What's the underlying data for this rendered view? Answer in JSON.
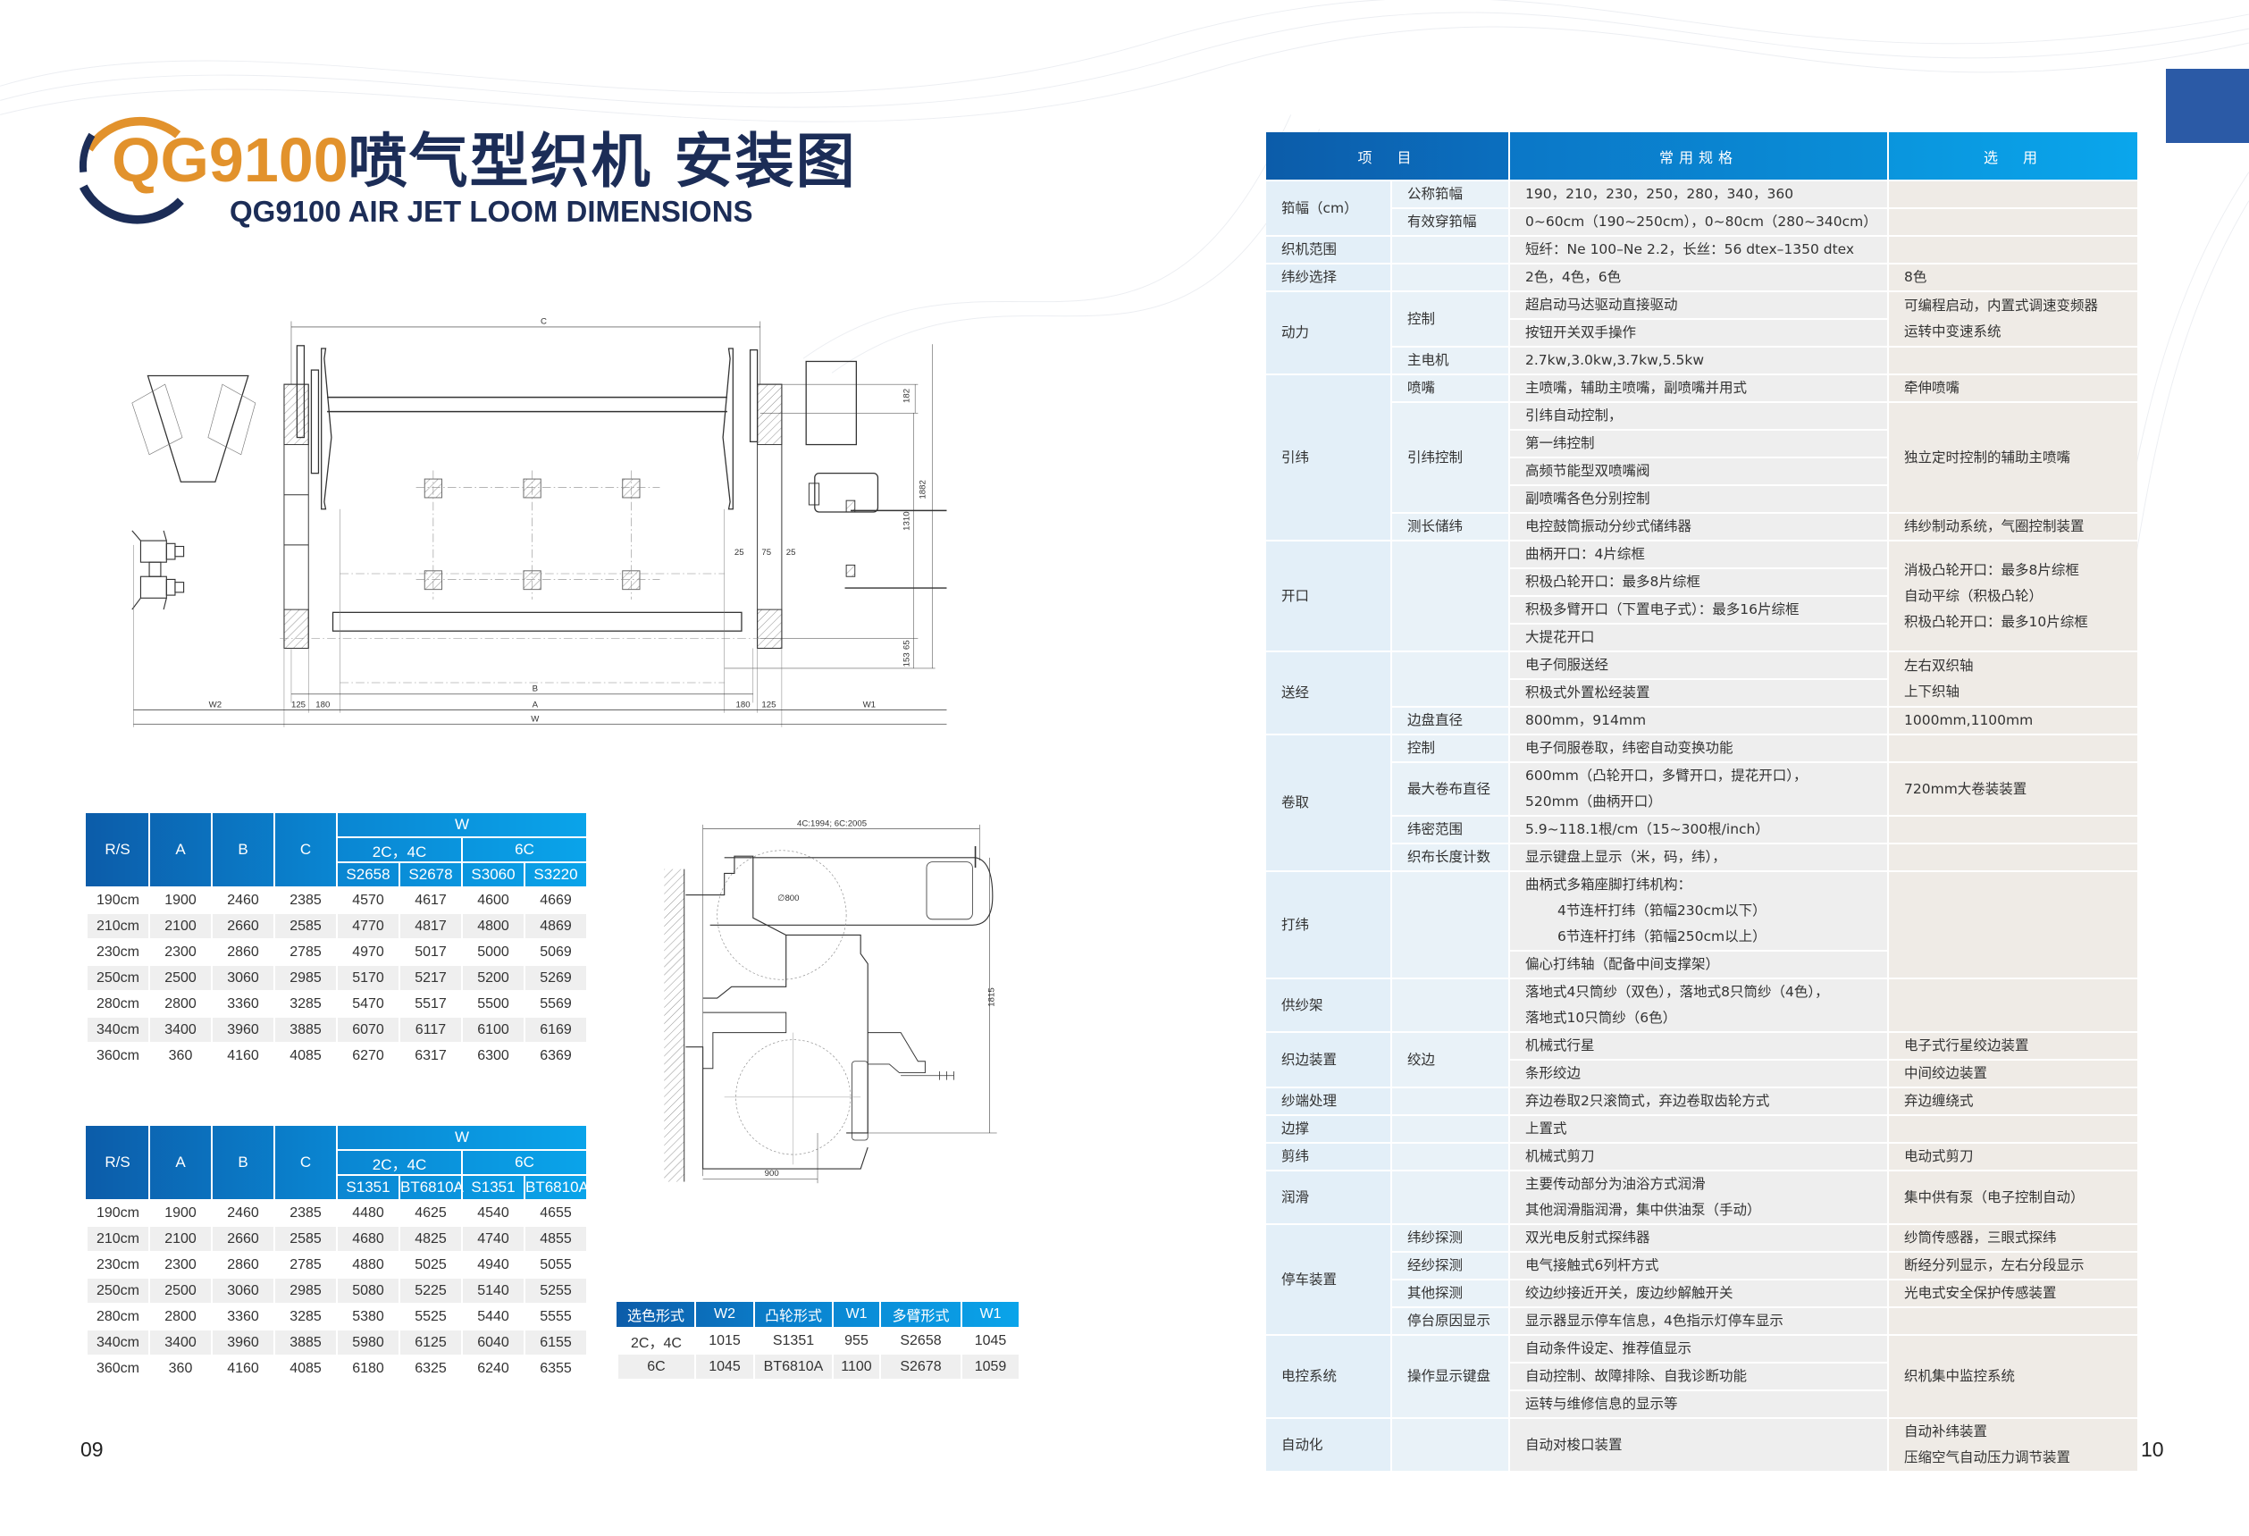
{
  "header": {
    "model": "QG9100",
    "title_cn": "喷气型织机 安装图",
    "subtitle": "QG9100 AIR JET LOOM DIMENSIONS"
  },
  "colors": {
    "accent_orange": "#e2922c",
    "navy": "#1c2d57",
    "table_blue_dark": "#0c5ca9",
    "table_blue_light": "#0aa4ea",
    "corner_block": "#2b5aa6"
  },
  "page_numbers": {
    "left": "09",
    "right": "10"
  },
  "plan_drawing": {
    "labels": {
      "C": "C",
      "B": "B",
      "A": "A",
      "W": "W",
      "W1": "W1",
      "W2": "W2",
      "d125": "125",
      "d180": "180",
      "d182": "182",
      "d1882": "1882",
      "d1310": "1310",
      "d65": "65",
      "d153": "153",
      "d25": "25",
      "d75": "75"
    }
  },
  "side_drawing": {
    "labels": {
      "length": "4C:1994;  6C:2005",
      "diameter": "∅800",
      "height": "1815",
      "depth": "900"
    }
  },
  "dim_tables": [
    {
      "headers": {
        "rs": "R/S",
        "a": "A",
        "b": "B",
        "c": "C",
        "w": "W",
        "group1": "2C，4C",
        "group2": "6C",
        "sub": [
          "S2658",
          "S2678",
          "S3060",
          "S3220"
        ]
      },
      "rows": [
        [
          "190cm",
          "1900",
          "2460",
          "2385",
          "4570",
          "4617",
          "4600",
          "4669"
        ],
        [
          "210cm",
          "2100",
          "2660",
          "2585",
          "4770",
          "4817",
          "4800",
          "4869"
        ],
        [
          "230cm",
          "2300",
          "2860",
          "2785",
          "4970",
          "5017",
          "5000",
          "5069"
        ],
        [
          "250cm",
          "2500",
          "3060",
          "2985",
          "5170",
          "5217",
          "5200",
          "5269"
        ],
        [
          "280cm",
          "2800",
          "3360",
          "3285",
          "5470",
          "5517",
          "5500",
          "5569"
        ],
        [
          "340cm",
          "3400",
          "3960",
          "3885",
          "6070",
          "6117",
          "6100",
          "6169"
        ],
        [
          "360cm",
          "360",
          "4160",
          "4085",
          "6270",
          "6317",
          "6300",
          "6369"
        ]
      ]
    },
    {
      "headers": {
        "rs": "R/S",
        "a": "A",
        "b": "B",
        "c": "C",
        "w": "W",
        "group1": "2C，4C",
        "group2": "6C",
        "sub": [
          "S1351",
          "BT6810A",
          "S1351",
          "BT6810A"
        ]
      },
      "rows": [
        [
          "190cm",
          "1900",
          "2460",
          "2385",
          "4480",
          "4625",
          "4540",
          "4655"
        ],
        [
          "210cm",
          "2100",
          "2660",
          "2585",
          "4680",
          "4825",
          "4740",
          "4855"
        ],
        [
          "230cm",
          "2300",
          "2860",
          "2785",
          "4880",
          "5025",
          "4940",
          "5055"
        ],
        [
          "250cm",
          "2500",
          "3060",
          "2985",
          "5080",
          "5225",
          "5140",
          "5255"
        ],
        [
          "280cm",
          "2800",
          "3360",
          "3285",
          "5380",
          "5525",
          "5440",
          "5555"
        ],
        [
          "340cm",
          "3400",
          "3960",
          "3885",
          "5980",
          "6125",
          "6040",
          "6155"
        ],
        [
          "360cm",
          "360",
          "4160",
          "4085",
          "6180",
          "6325",
          "6240",
          "6355"
        ]
      ]
    }
  ],
  "color_table": {
    "headers": [
      "选色形式",
      "W2",
      "凸轮形式",
      "W1",
      "多臂形式",
      "W1"
    ],
    "rows": [
      [
        "2C，4C",
        "1015",
        "S1351",
        "955",
        "S2658",
        "1045"
      ],
      [
        "6C",
        "1045",
        "BT6810A",
        "1100",
        "S2678",
        "1059"
      ]
    ]
  },
  "spec_table": {
    "headers": [
      "项　目",
      "常用规格",
      "选　用"
    ],
    "c1": [
      "筘幅（cm）",
      "织机范围",
      "纬纱选择",
      "动力",
      "引纬",
      "开口",
      "送经",
      "卷取",
      "打纬",
      "供纱架",
      "织边装置",
      "纱端处理",
      "边撑",
      "剪纬",
      "润滑",
      "停车装置",
      "电控系统",
      "自动化"
    ],
    "c2": [
      "公称筘幅",
      "有效穿筘幅",
      "控制",
      "主电机",
      "喷嘴",
      "引纬控制",
      "测长储纬",
      "边盘直径",
      "控制",
      "最大卷布直径",
      "纬密范围",
      "织布长度计数",
      "绞边",
      "纬纱探测",
      "经纱探测",
      "其他探测",
      "停台原因显示",
      "操作显示键盘"
    ],
    "c3": [
      "190，210，230，250，280，340，360",
      "0~60cm（190~250cm），0~80cm（280~340cm）",
      "短纤：Ne 100–Ne 2.2，长丝：56 dtex–1350 dtex",
      "2色，4色，6色",
      "超启动马达驱动直接驱动",
      "按钮开关双手操作",
      "2.7kw,3.0kw,3.7kw,5.5kw",
      "主喷嘴，辅助主喷嘴，副喷嘴并用式",
      "引纬自动控制，",
      "第一纬控制",
      "高频节能型双喷嘴阀",
      "副喷嘴各色分别控制",
      "电控鼓筒振动分纱式储纬器",
      "曲柄开口：4片综框",
      "积极凸轮开口：最多8片综框",
      "积极多臂开口（下置电子式）：最多16片综框",
      "大提花开口",
      "电子伺服送经",
      "积极式外置松经装置",
      "800mm，914mm",
      "电子伺服卷取，纬密自动变换功能",
      "600mm（凸轮开口，多臂开口，提花开口），",
      "520mm（曲柄开口）",
      "5.9~118.1根/cm（15~300根/inch）",
      "显示键盘上显示（米，码，纬），",
      "曲柄式多箱座脚打纬机构：",
      "4节连杆打纬（筘幅230cm以下）",
      "6节连杆打纬（筘幅250cm以上）",
      "偏心打纬轴（配备中间支撑架）",
      "落地式4只筒纱（双色），落地式8只筒纱（4色），",
      "落地式10只筒纱（6色）",
      "机械式行星",
      "条形绞边",
      "弃边卷取2只滚筒式，弃边卷取齿轮方式",
      "上置式",
      "机械式剪刀",
      "主要传动部分为油浴方式润滑",
      "其他润滑脂润滑，集中供油泵（手动）",
      "双光电反射式探纬器",
      "电气接触式6列杆方式",
      "绞边纱接近开关，废边纱解触开关",
      "显示器显示停车信息，4色指示灯停车显示",
      "自动条件设定、推荐值显示",
      "自动控制、故障排除、自我诊断功能",
      "运转与维修信息的显示等",
      "自动对梭口装置"
    ],
    "c4": [
      "8色",
      "可编程启动，内置式调速变频器",
      "运转中变速系统",
      "牵伸喷嘴",
      "独立定时控制的辅助主喷嘴",
      "纬纱制动系统，气圈控制装置",
      "消极凸轮开口：最多8片综框",
      "自动平综（积极凸轮）",
      "积极凸轮开口：最多10片综框",
      "左右双织轴",
      "上下织轴",
      "1000mm,1100mm",
      "720mm大卷装装置",
      "电子式行星绞边装置",
      "中间绞边装置",
      "弃边缠绕式",
      "电动式剪刀",
      "集中供有泵（电子控制自动）",
      "纱筒传感器，三眼式探纬",
      "断经分列显示，左右分段显示",
      "光电式安全保护传感装置",
      "织机集中监控系统",
      "自动补纬装置",
      "压缩空气自动压力调节装置"
    ]
  }
}
